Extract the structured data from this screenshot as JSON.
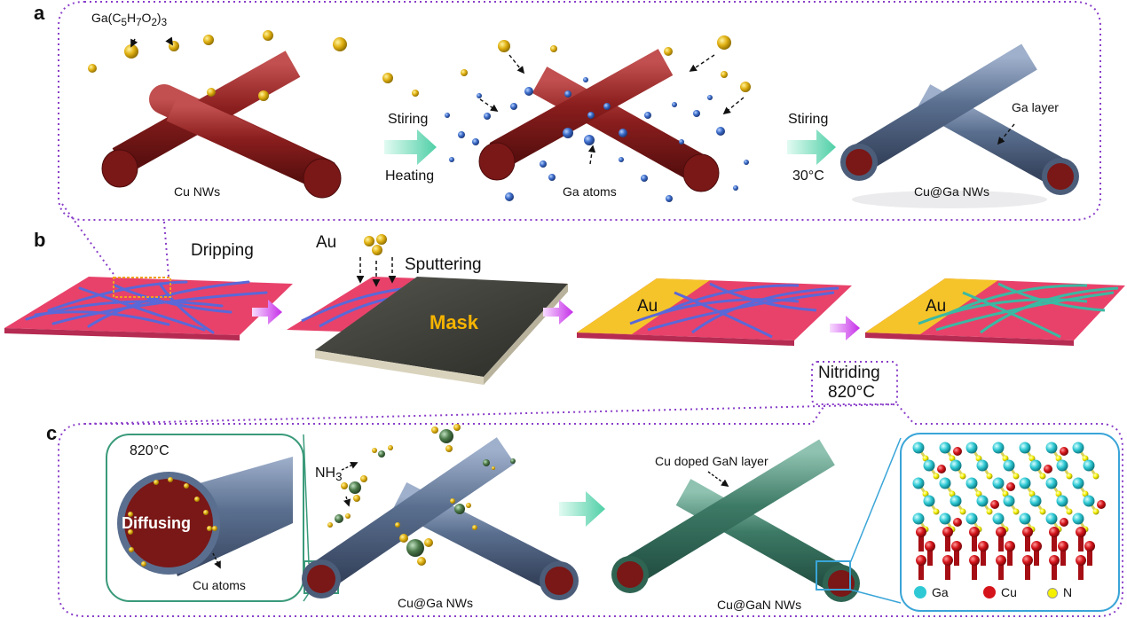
{
  "panels": {
    "a": {
      "letter": "a",
      "precursor_label_main": "Ga(C",
      "precursor_sub1": "5",
      "precursor_mid1": "H",
      "precursor_sub2": "7",
      "precursor_mid2": "O",
      "precursor_sub3": "2",
      "precursor_end": ")",
      "precursor_sub4": "3",
      "step1_top": "Stiring",
      "step1_bottom": "Heating",
      "step2_top": "Stiring",
      "step2_bottom": "30°C",
      "cu_nws": "Cu NWs",
      "ga_atoms": "Ga atoms",
      "ga_layer": "Ga layer",
      "cu_ga_nws": "Cu@Ga NWs"
    },
    "b": {
      "letter": "b",
      "dripping": "Dripping",
      "au_source": "Au",
      "sputtering": "Sputtering",
      "mask": "Mask",
      "au_electrode_1": "Au",
      "au_electrode_2": "Au",
      "nitriding": "Nitriding",
      "nitriding_temp": "820°C"
    },
    "c": {
      "letter": "c",
      "temp": "820°C",
      "diffusing": "Diffusing",
      "cu_atoms": "Cu atoms",
      "nh3_main": "NH",
      "nh3_sub": "3",
      "cu_ga_nws": "Cu@Ga NWs",
      "gan_layer": "Cu doped GaN layer",
      "cu_gan_nws": "Cu@GaN NWs",
      "legend_ga": "Ga",
      "legend_cu": "Cu",
      "legend_n": "N"
    }
  },
  "colors": {
    "frame_dotted": "#8a3fc9",
    "cu_wire": "#8b1e1e",
    "ga_wire": "#5a6f8f",
    "gan_wire": "#3d7a66",
    "substrate": "#e8426a",
    "nw_network_blue": "#5a68d8",
    "nw_network_teal": "#3ab9a3",
    "gold": "#f2c618",
    "mask_dark": "#3c3c38",
    "arrow_teal": "#5fd4b0",
    "arrow_magenta": "#d238f0",
    "ga_sphere": "#2ec9d4",
    "cu_sphere": "#d4141a",
    "n_sphere": "#f4f000",
    "inset_border_green": "#3a9a7a",
    "inset_border_blue": "#3aa5d8"
  }
}
